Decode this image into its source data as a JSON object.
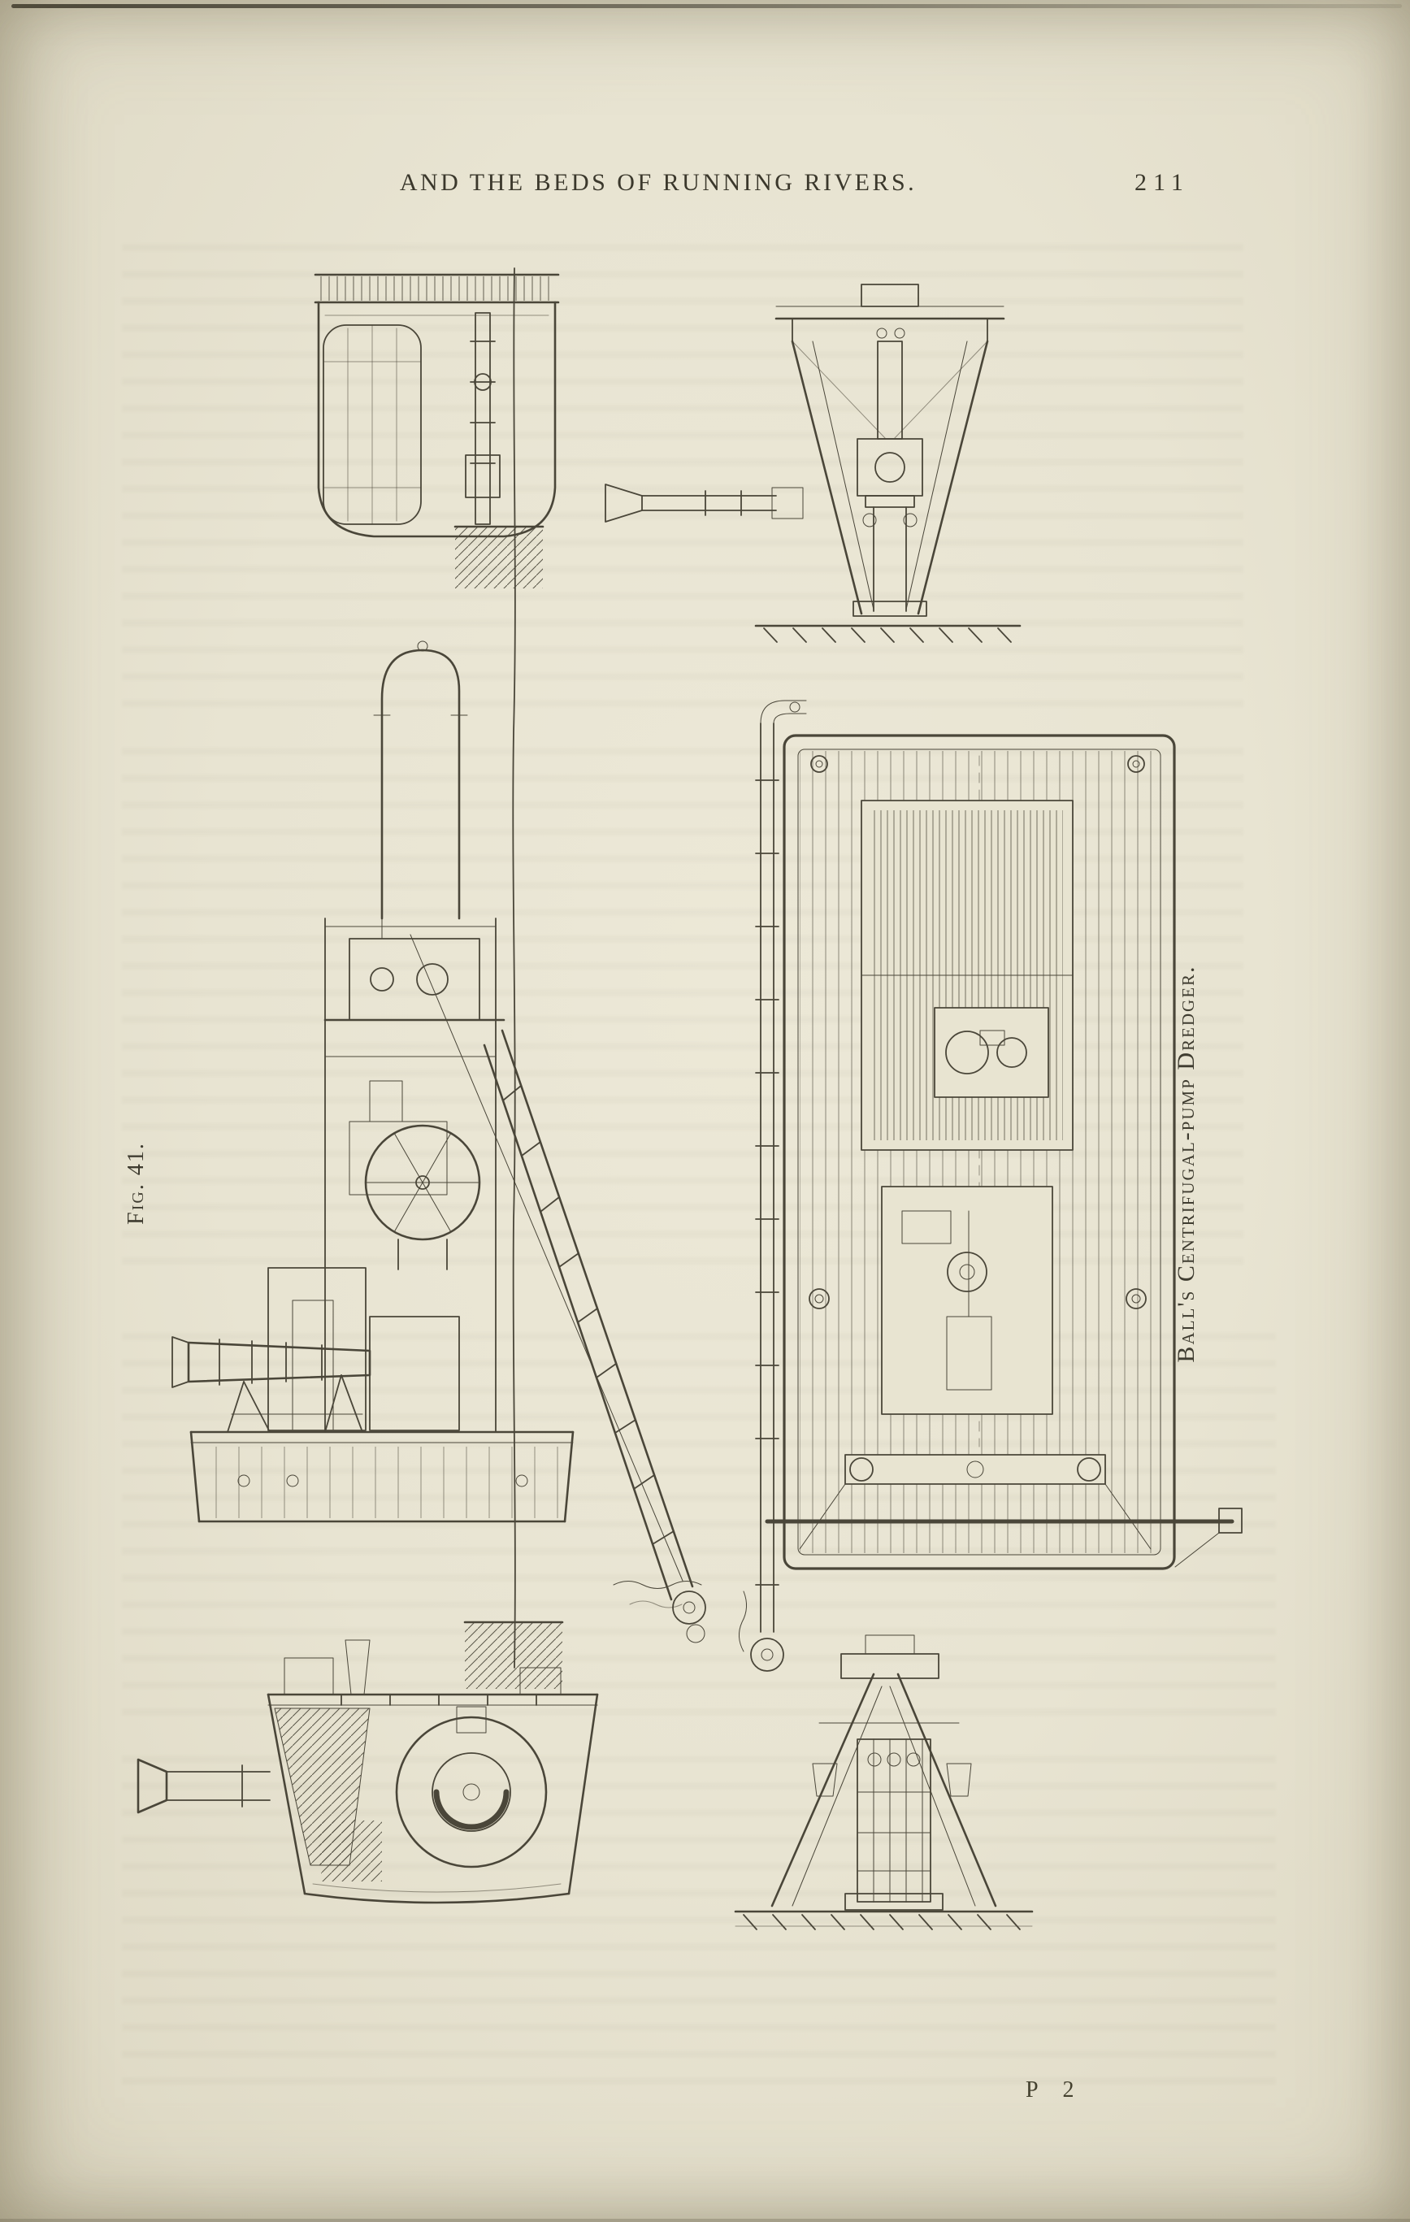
{
  "page": {
    "header": {
      "running_title": "AND THE BEDS OF RUNNING RIVERS.",
      "page_number": "211"
    },
    "figure": {
      "label": "Fig. 41.",
      "caption": "Ball's Centrifugal-pump Dredger."
    },
    "footer": {
      "signature": "P 2"
    },
    "colors": {
      "paper": "#e8e4d2",
      "ink": "#4a4639",
      "text": "#3b382c"
    }
  }
}
